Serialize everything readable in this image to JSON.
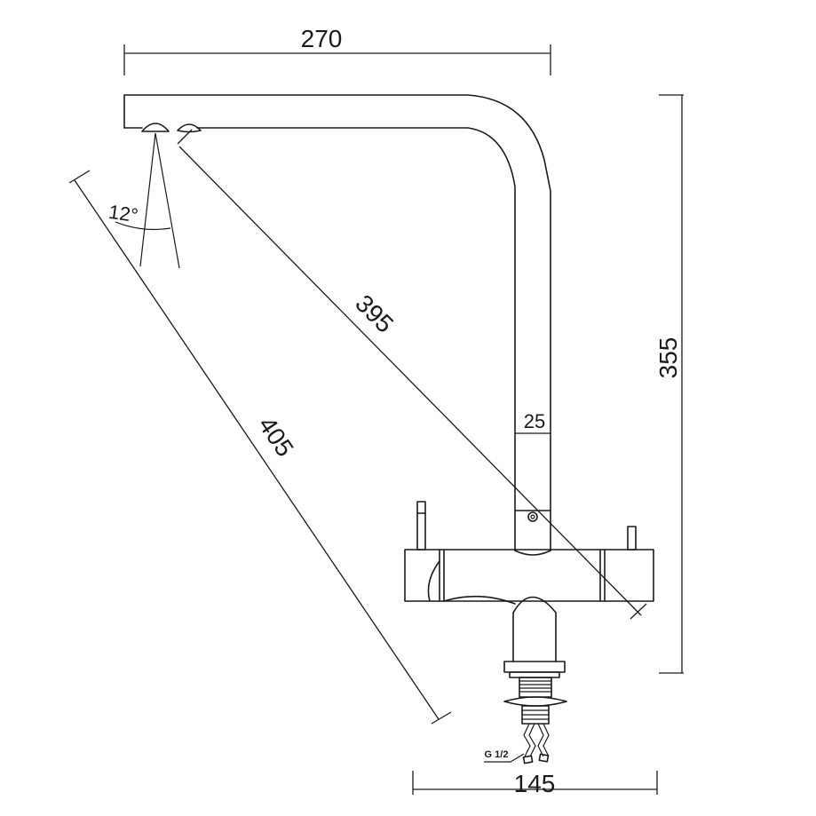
{
  "dimensions": {
    "top_width": "270",
    "height": "355",
    "base_width": "145",
    "spout_diameter": "25",
    "reach_short": "395",
    "reach_long": "405",
    "spray_angle": "12°",
    "thread": "G 1/2"
  }
}
